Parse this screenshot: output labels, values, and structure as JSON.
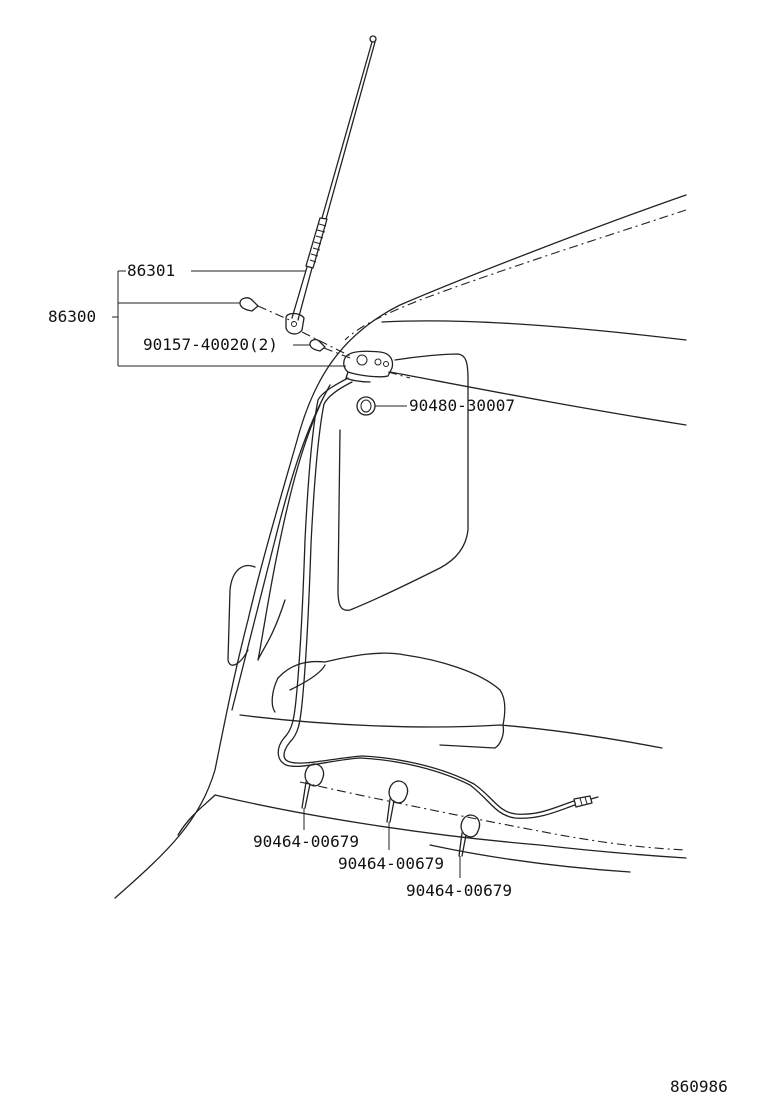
{
  "parts": {
    "antenna_assy": "86300",
    "antenna_rod": "86301",
    "screw": "90157-40020(2)",
    "grommet": "90480-30007",
    "clamp_1": "90464-00679",
    "clamp_2": "90464-00679",
    "clamp_3": "90464-00679"
  },
  "figure_number": "860986"
}
